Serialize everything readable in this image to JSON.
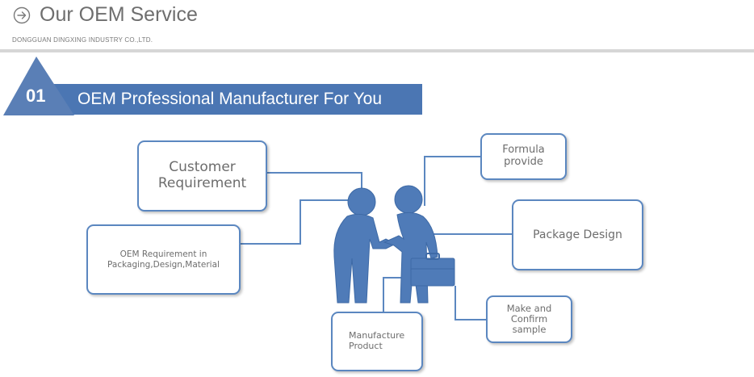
{
  "header": {
    "title": "Our OEM Service",
    "company": "DONGGUAN DINGXING INDUSTRY CO.,LTD."
  },
  "section": {
    "number": "01",
    "title": "OEM Professional Manufacturer For You"
  },
  "diagram": {
    "nodes": {
      "customer_requirement": "Customer\nRequirement",
      "oem_requirement": "OEM Requirement in\nPackaging,Design,Material",
      "formula_provide": "Formula\nprovide",
      "package_design": "Package Design",
      "make_confirm_sample": "Make and\nConfirm\nsample",
      "manufacture_product": "Manufacture\nProduct"
    }
  },
  "colors": {
    "accent_blue": "#4b76b3",
    "box_border": "#5b87c0",
    "figure_blue": "#4f7bb8",
    "text_gray": "#6d6d6d"
  }
}
